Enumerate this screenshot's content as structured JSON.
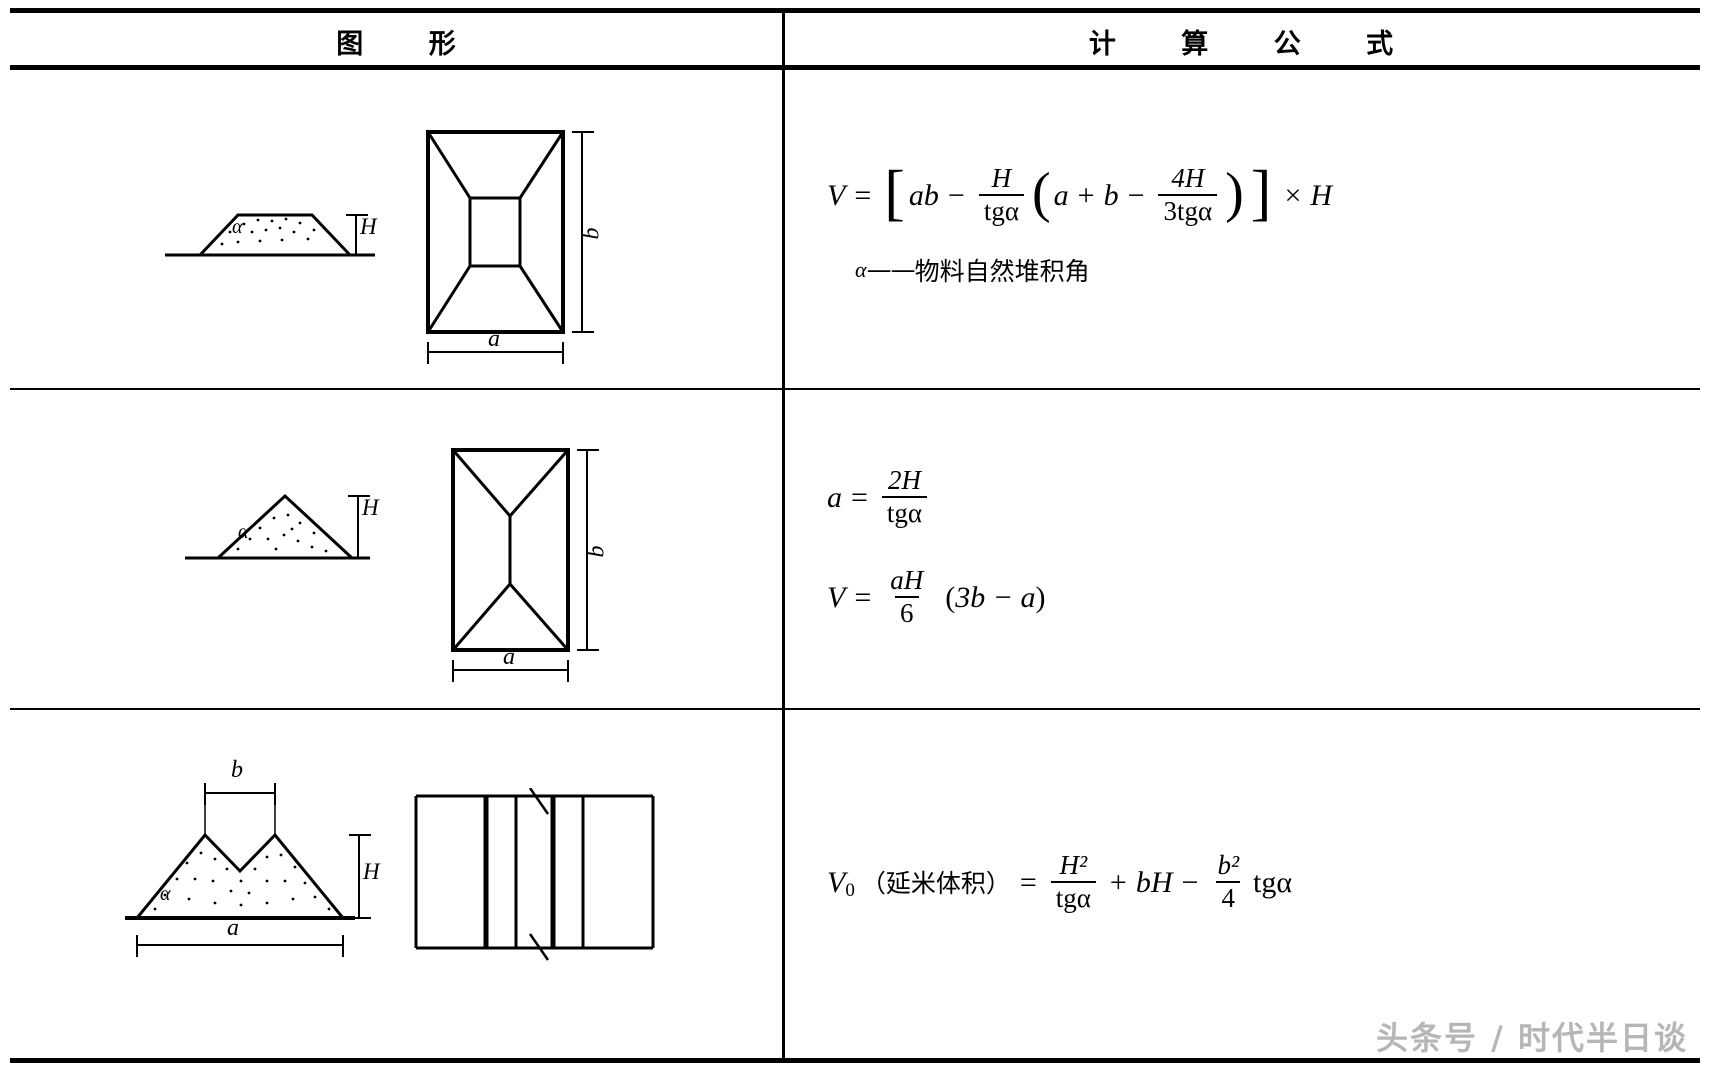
{
  "table": {
    "headers": {
      "left": "图 形",
      "right": "计 算 公 式"
    },
    "rows": [
      {
        "id": "row-1",
        "figure": {
          "name": "truncated-pyramid-stockpile",
          "side_view_labels": {
            "angle": "α",
            "height": "H"
          },
          "plan_view_labels": {
            "width": "a",
            "length": "b"
          }
        },
        "formula": {
          "lhs": "V",
          "eq": "=",
          "open_bracket": "[",
          "term1": "ab",
          "minus1": "−",
          "frac1_num": "H",
          "frac1_den": "tgα",
          "open_paren": "(",
          "inner_a": "a",
          "plus": "+",
          "inner_b": "b",
          "minus2": "−",
          "frac2_num": "4H",
          "frac2_den": "3tgα",
          "close_paren": ")",
          "close_bracket": "]",
          "times": "×",
          "tail": "H",
          "plain": "V = [ab − H/tgα (a + b − 4H/3tgα)] × H"
        },
        "note": {
          "symbol": "α",
          "dash": "——",
          "text": "物料自然堆积角"
        }
      },
      {
        "id": "row-2",
        "figure": {
          "name": "ridge-prism-stockpile",
          "side_view_labels": {
            "angle": "α",
            "height": "H"
          },
          "plan_view_labels": {
            "width": "a",
            "length": "b"
          }
        },
        "formula_1": {
          "lhs": "a",
          "eq": "=",
          "num": "2H",
          "den": "tgα",
          "plain": "a = 2H / tgα"
        },
        "formula_2": {
          "lhs": "V",
          "eq": "=",
          "num": "aH",
          "den": "6",
          "paren_open": "(",
          "inner": "3b − a",
          "paren_close": ")",
          "plain": "V = aH/6 (3b − a)"
        }
      },
      {
        "id": "row-3",
        "figure": {
          "name": "double-ridge-stockpile",
          "side_view_labels": {
            "top_width": "b",
            "angle": "α",
            "height": "H",
            "base_width": "a"
          },
          "plan_view_labels": {}
        },
        "formula": {
          "lhs": "V",
          "sub": "0",
          "paren_cn": "（延米体积）",
          "eq": "=",
          "frac1_num": "H²",
          "frac1_den": "tgα",
          "plus": "+",
          "term_bH": "bH",
          "minus": "−",
          "frac2_num": "b²",
          "frac2_den": "4",
          "tail": "tgα",
          "plain": "V₀（延米体积）= H²/tgα + bH − b²/4 tgα"
        }
      }
    ]
  },
  "watermark": {
    "text": "头条号 / 时代半日谈"
  },
  "colors": {
    "ink": "#000000",
    "paper": "#ffffff",
    "watermark": "#9a9a9a"
  }
}
